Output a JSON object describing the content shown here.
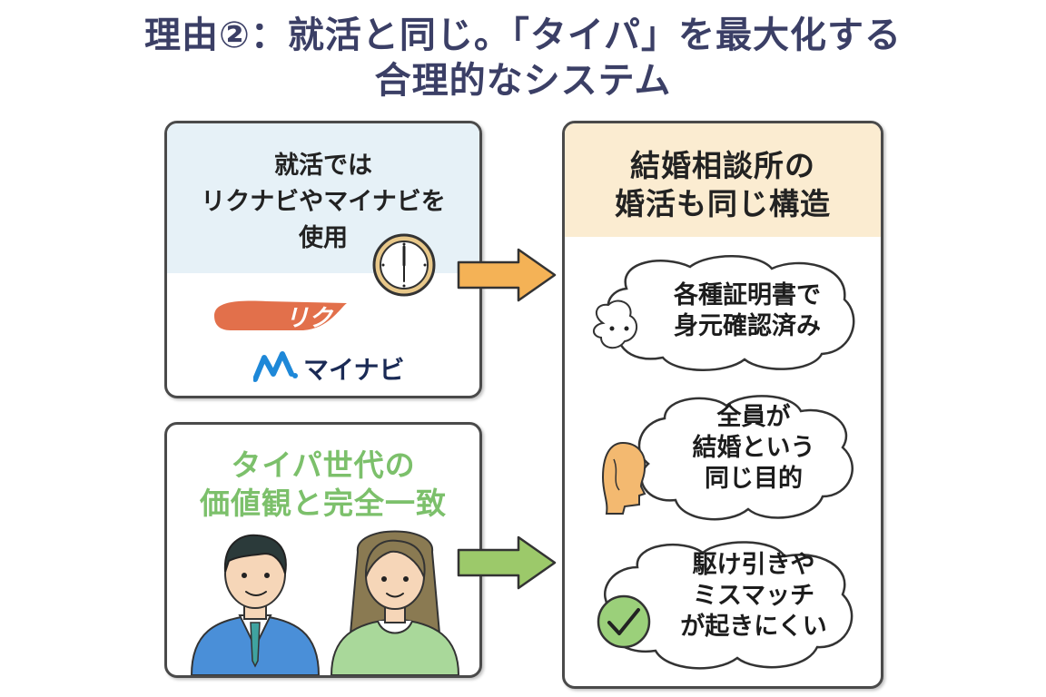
{
  "title": {
    "line1": "理由②：就活と同じ。「タイパ」を最大化する",
    "line2": "合理的なシステム"
  },
  "job_panel": {
    "lines": [
      "就活では",
      "リクナビやマイナビを",
      "使用"
    ],
    "logo_rikunabi": "リクナビ",
    "logo_mynavi": "マイナビ"
  },
  "typa_panel": {
    "heading_lines": [
      "タイパ世代の",
      "価値観と完全一致"
    ]
  },
  "agency_panel": {
    "heading_lines": [
      "結婚相談所の",
      "婚活も同じ構造"
    ],
    "bubbles": [
      {
        "lines": [
          "各種証明書で",
          "身元確認済み"
        ]
      },
      {
        "lines": [
          "全員が",
          "結婚という",
          "同じ目的"
        ]
      },
      {
        "lines": [
          "駆け引きや",
          "ミスマッチ",
          "が起きにくい"
        ]
      }
    ]
  },
  "colors": {
    "title": "#3b3f66",
    "typa_heading": "#7cc06b",
    "arrow_orange": "#f4b256",
    "arrow_green": "#9cc96a",
    "agency_header_bg": "#fbecd1",
    "job_header_bg": "#e6f1f7",
    "rikunabi_logo": "#e2704b",
    "check_circle": "#9bd07a"
  }
}
